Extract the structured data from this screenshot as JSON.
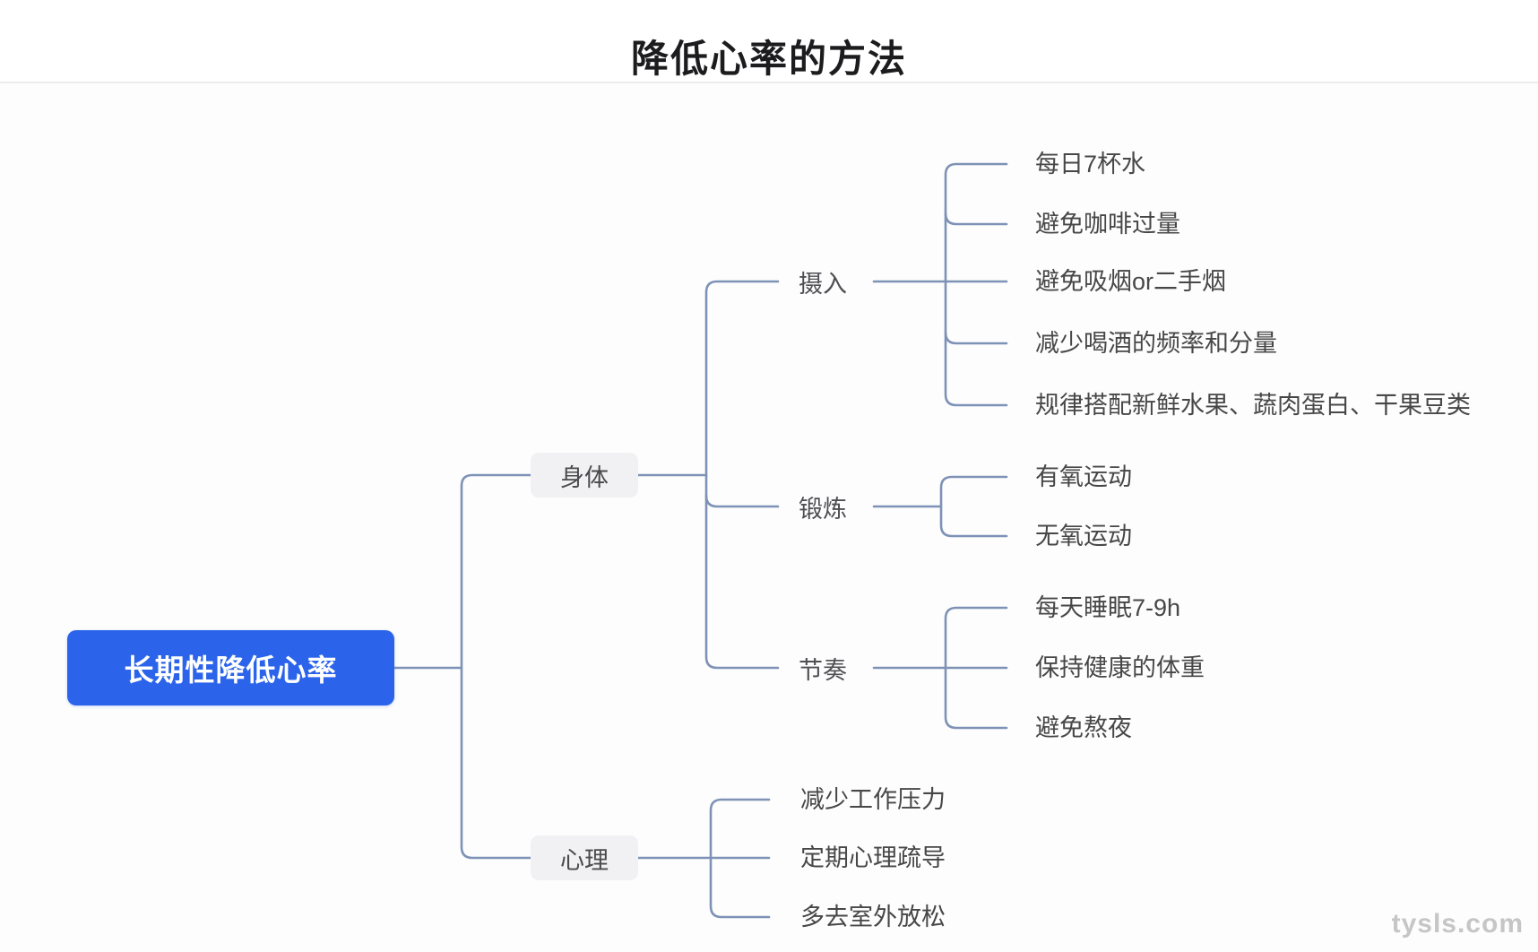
{
  "title": "降低心率的方法",
  "watermark": "tysls.com",
  "colors": {
    "title_text": "#1c1c1e",
    "root_bg": "#2b64ea",
    "root_text": "#ffffff",
    "branch_bg": "#f1f1f4",
    "branch_text": "#4a4a4e",
    "label_text": "#4f4f53",
    "leaf_text": "#474747",
    "line": "#7d92b6",
    "watermark_text": "#c6c6c6",
    "divider": "#ececee"
  },
  "mindmap": {
    "root": {
      "id": "root",
      "label": "长期性降低心率"
    },
    "branches": [
      {
        "id": "shenti",
        "label": "身体",
        "children": [
          {
            "id": "sheru",
            "label": "摄入",
            "children": [
              {
                "id": "leaf-water",
                "label": "每日7杯水"
              },
              {
                "id": "leaf-coffee",
                "label": "避免咖啡过量"
              },
              {
                "id": "leaf-smoke",
                "label": "避免吸烟or二手烟"
              },
              {
                "id": "leaf-alcohol",
                "label": "减少喝酒的频率和分量"
              },
              {
                "id": "leaf-diet",
                "label": "规律搭配新鲜水果、蔬肉蛋白、干果豆类"
              }
            ]
          },
          {
            "id": "duanlian",
            "label": "锻炼",
            "children": [
              {
                "id": "leaf-aerobic",
                "label": "有氧运动"
              },
              {
                "id": "leaf-anaerobic",
                "label": "无氧运动"
              }
            ]
          },
          {
            "id": "jiezou",
            "label": "节奏",
            "children": [
              {
                "id": "leaf-sleep",
                "label": "每天睡眠7-9h"
              },
              {
                "id": "leaf-weight",
                "label": "保持健康的体重"
              },
              {
                "id": "leaf-stayup",
                "label": "避免熬夜"
              }
            ]
          }
        ]
      },
      {
        "id": "xinli",
        "label": "心理",
        "children": [
          {
            "id": "leaf-workstress",
            "label": "减少工作压力"
          },
          {
            "id": "leaf-counsel",
            "label": "定期心理疏导"
          },
          {
            "id": "leaf-outdoor",
            "label": "多去室外放松"
          }
        ]
      }
    ]
  }
}
